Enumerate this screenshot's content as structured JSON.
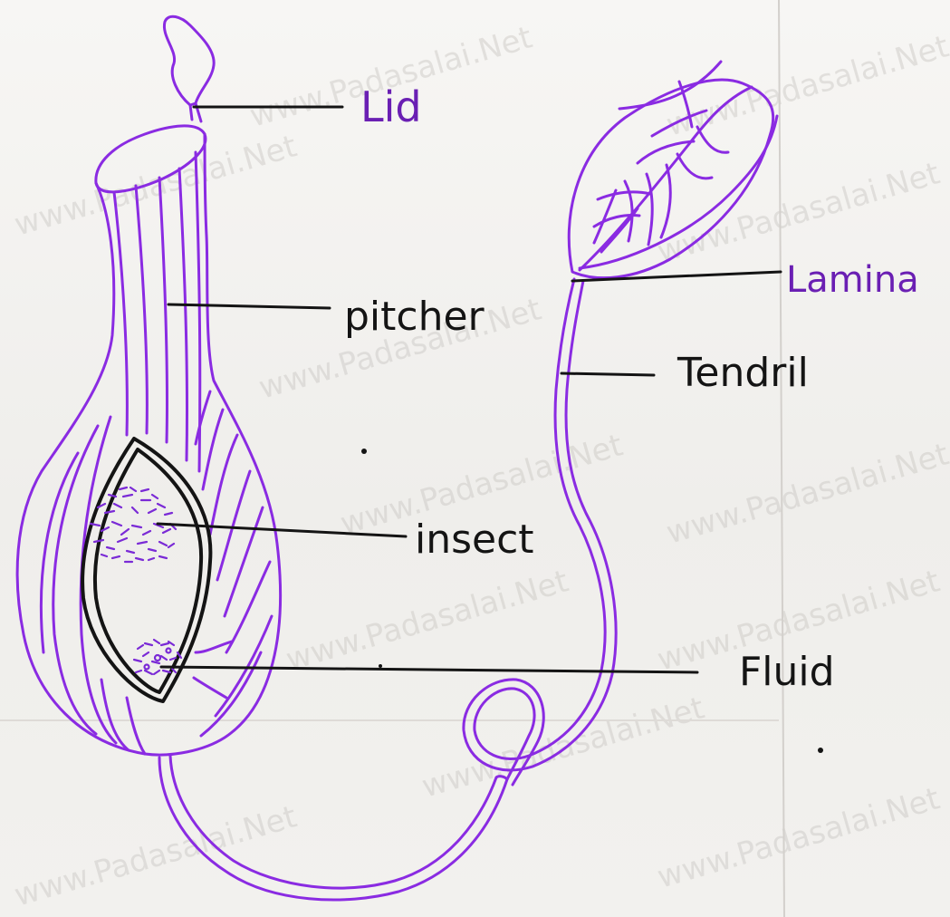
{
  "labels": {
    "lid": "Lid",
    "pitcher": "pitcher",
    "insect": "insect",
    "fluid": "Fluid",
    "lamina": "Lamina",
    "tendril": "Tendril"
  },
  "watermark": "www.Padasalai.Net",
  "colors": {
    "ink_purple": "#8a2be2",
    "label_purple": "#6a1fb3",
    "ink_black": "#141414",
    "paper": "#f4f3f1"
  }
}
